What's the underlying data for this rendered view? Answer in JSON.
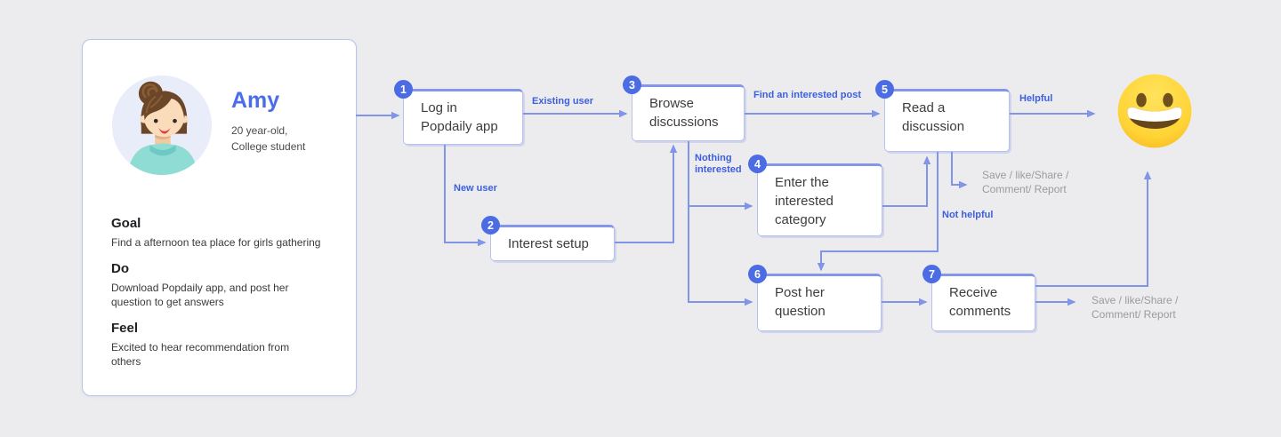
{
  "colors": {
    "background": "#ececee",
    "badge_blue": "#4b6ce3",
    "arrow": "#8195e8",
    "node_border": "#b6c1f1",
    "node_top_bar": "#8396e9",
    "label_blue": "#3c5ee0",
    "label_gray": "#9a9aa0",
    "persona_name_blue": "#4a6ee8"
  },
  "persona": {
    "name": "Amy",
    "description": "20 year-old,\nCollege student",
    "avatar_icon": "girl-avatar",
    "sections": [
      {
        "heading": "Goal",
        "body": "Find a afternoon tea place for girls gathering"
      },
      {
        "heading": "Do",
        "body": "Download Popdaily app, and post her\nquestion to get answers"
      },
      {
        "heading": "Feel",
        "body": "Excited to hear recommendation from\nothers"
      }
    ]
  },
  "flow": {
    "steps": [
      {
        "num": "1",
        "label": "Log in\nPopdaily app"
      },
      {
        "num": "2",
        "label": "Interest setup"
      },
      {
        "num": "3",
        "label": "Browse\ndiscussions"
      },
      {
        "num": "4",
        "label": "Enter the\ninterested\ncategory"
      },
      {
        "num": "5",
        "label": "Read a\ndiscussion"
      },
      {
        "num": "6",
        "label": "Post her\nquestion"
      },
      {
        "num": "7",
        "label": "Receive\ncomments"
      }
    ],
    "edge_labels": {
      "existing_user": "Existing user",
      "new_user": "New user",
      "find_post": "Find an interested post",
      "nothing_interested": "Nothing\ninterested",
      "helpful": "Helpful",
      "not_helpful": "Not helpful",
      "save_actions_top": "Save / like/Share /\nComment/ Report",
      "save_actions_bottom": "Save / like/Share /\nComment/ Report"
    },
    "outcome_icon": "grinning-face-emoji"
  }
}
